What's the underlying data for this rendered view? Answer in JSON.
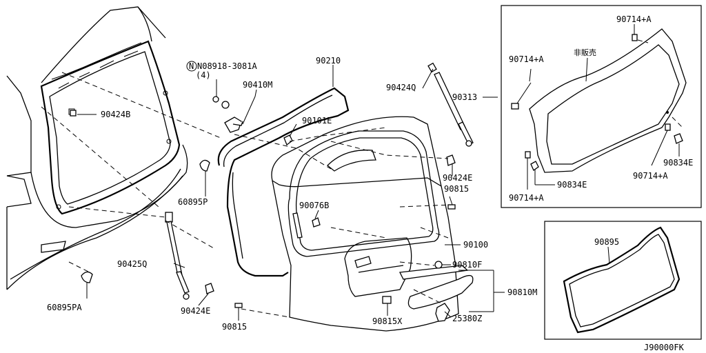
{
  "diagram": {
    "figure_code": "J90000FK",
    "parts": {
      "n08918": "N08918-3081A",
      "n08918_qty": "(4)",
      "p90410M": "90410M",
      "p90424B": "90424B",
      "p60895P": "60895P",
      "p60895PA": "60895PA",
      "p90425Q": "90425Q",
      "p90424E_left": "90424E",
      "p90815_bottom": "90815",
      "p90210": "90210",
      "p90101E": "90101E",
      "p90424Q": "90424Q",
      "p90313": "90313",
      "p90424E_right": "90424E",
      "p90815_right": "90815",
      "p90076B": "90076B",
      "p90100": "90100",
      "p90810F": "90810F",
      "p90810M": "90810M",
      "p90815X": "90815X",
      "p25380Z": "25380Z",
      "p90714A_top": "90714+A",
      "p90714A_left": "90714+A",
      "p90714A_right": "90714+A",
      "p90714A_bottom": "90714+A",
      "nonsale": "非販売",
      "p90834E_left": "90834E",
      "p90834E_right": "90834E",
      "p90895": "90895"
    }
  }
}
